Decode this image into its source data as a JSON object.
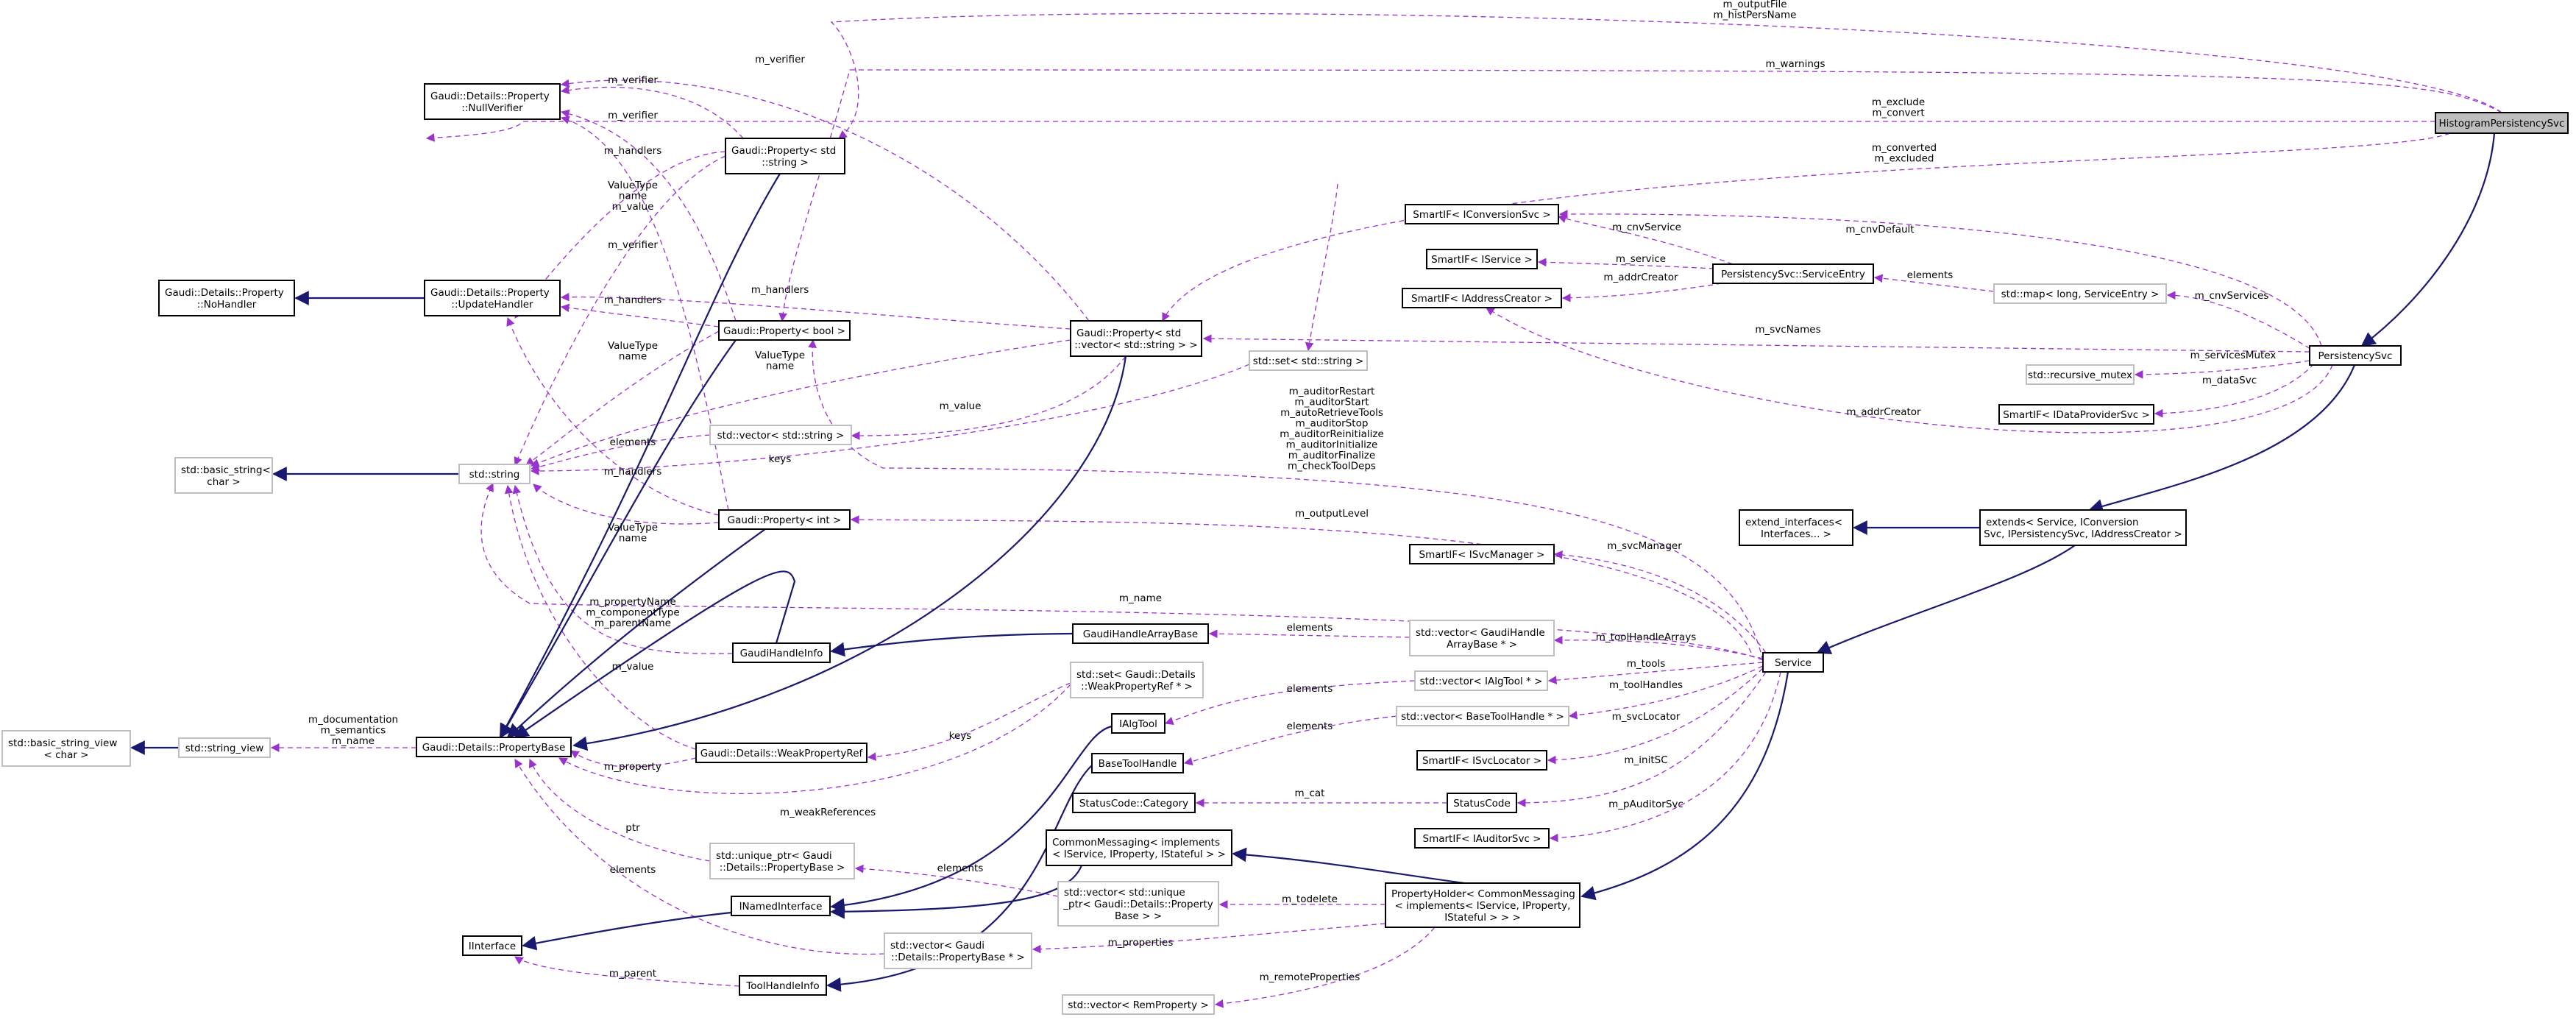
{
  "colors": {
    "inheritance": "#191970",
    "usage": "#9a32cd",
    "node_border": "#000000",
    "external_border": "#bfbfbf",
    "highlight_fill": "#bfbfbf"
  },
  "nodes": {
    "histogram_persistency_svc": {
      "lines": [
        "HistogramPersistencySvc"
      ],
      "style": "highlight"
    },
    "persistency_svc": {
      "lines": [
        "PersistencySvc"
      ],
      "style": "class"
    },
    "extends_service": {
      "lines": [
        "extends< Service, IConversion",
        "Svc, IPersistencySvc, IAddressCreator >"
      ],
      "style": "class"
    },
    "extend_interfaces": {
      "lines": [
        "extend_interfaces<",
        "Interfaces... >"
      ],
      "style": "class"
    },
    "service": {
      "lines": [
        "Service"
      ],
      "style": "class"
    },
    "property_holder": {
      "lines": [
        "PropertyHolder< CommonMessaging",
        "< implements< IService, IProperty,",
        "IStateful > > >"
      ],
      "style": "class"
    },
    "common_messaging": {
      "lines": [
        "CommonMessaging< implements",
        "< IService, IProperty, IStateful > >"
      ],
      "style": "class"
    },
    "inamed_interface": {
      "lines": [
        "INamedInterface"
      ],
      "style": "class"
    },
    "iinterface": {
      "lines": [
        "IInterface"
      ],
      "style": "class"
    },
    "ialg_tool": {
      "lines": [
        "IAlgTool"
      ],
      "style": "class"
    },
    "base_tool_handle": {
      "lines": [
        "BaseToolHandle"
      ],
      "style": "class"
    },
    "tool_handle_info": {
      "lines": [
        "ToolHandleInfo"
      ],
      "style": "class"
    },
    "status_code_category": {
      "lines": [
        "StatusCode::Category"
      ],
      "style": "class"
    },
    "status_code": {
      "lines": [
        "StatusCode"
      ],
      "style": "class"
    },
    "smartif_iauditor": {
      "lines": [
        "SmartIF< IAuditorSvc >"
      ],
      "style": "class"
    },
    "smartif_isvclocator": {
      "lines": [
        "SmartIF< ISvcLocator >"
      ],
      "style": "class"
    },
    "smartif_isvcmanager": {
      "lines": [
        "SmartIF< ISvcManager >"
      ],
      "style": "class"
    },
    "vec_basetoolhandle": {
      "lines": [
        "std::vector< BaseToolHandle * >"
      ],
      "style": "external"
    },
    "vec_ialgtool": {
      "lines": [
        "std::vector< IAlgTool * >"
      ],
      "style": "external"
    },
    "vec_gaudihandlearraybase": {
      "lines": [
        "std::vector< GaudiHandle",
        "ArrayBase * >"
      ],
      "style": "external"
    },
    "gaudi_handle_array_base": {
      "lines": [
        "GaudiHandleArrayBase"
      ],
      "style": "class"
    },
    "gaudi_handle_info": {
      "lines": [
        "GaudiHandleInfo"
      ],
      "style": "class"
    },
    "vec_remproperty": {
      "lines": [
        "std::vector< RemProperty >"
      ],
      "style": "external"
    },
    "vec_uniqueptr_propbase": {
      "lines": [
        "std::vector< std::unique",
        "_ptr< Gaudi::Details::Property",
        "Base > >"
      ],
      "style": "external"
    },
    "vec_propbase_ptr": {
      "lines": [
        "std::vector< Gaudi",
        "::Details::PropertyBase * >"
      ],
      "style": "external"
    },
    "unique_ptr_propbase": {
      "lines": [
        "std::unique_ptr< Gaudi",
        "::Details::PropertyBase >"
      ],
      "style": "external"
    },
    "set_weakpropref": {
      "lines": [
        "std::set< Gaudi::Details",
        "::WeakPropertyRef * >"
      ],
      "style": "external"
    },
    "weak_property_ref": {
      "lines": [
        "Gaudi::Details::WeakPropertyRef"
      ],
      "style": "class"
    },
    "property_base": {
      "lines": [
        "Gaudi::Details::PropertyBase"
      ],
      "style": "class"
    },
    "string_view": {
      "lines": [
        "std::string_view"
      ],
      "style": "external"
    },
    "basic_string_view": {
      "lines": [
        "std::basic_string_view",
        "< char >"
      ],
      "style": "external"
    },
    "std_string": {
      "lines": [
        "std::string"
      ],
      "style": "external"
    },
    "basic_string": {
      "lines": [
        "std::basic_string<",
        "char >"
      ],
      "style": "external"
    },
    "no_handler": {
      "lines": [
        "Gaudi::Details::Property",
        "::NoHandler"
      ],
      "style": "class"
    },
    "update_handler": {
      "lines": [
        "Gaudi::Details::Property",
        "::UpdateHandler"
      ],
      "style": "class"
    },
    "null_verifier": {
      "lines": [
        "Gaudi::Details::Property",
        "::NullVerifier"
      ],
      "style": "class"
    },
    "property_string": {
      "lines": [
        "Gaudi::Property< std",
        "::string >"
      ],
      "style": "class"
    },
    "property_bool": {
      "lines": [
        "Gaudi::Property< bool >"
      ],
      "style": "class"
    },
    "property_int": {
      "lines": [
        "Gaudi::Property< int >"
      ],
      "style": "class"
    },
    "property_vec_string": {
      "lines": [
        "Gaudi::Property< std",
        "::vector< std::string > >"
      ],
      "style": "class"
    },
    "vec_string": {
      "lines": [
        "std::vector< std::string >"
      ],
      "style": "external"
    },
    "set_string": {
      "lines": [
        "std::set< std::string >"
      ],
      "style": "external"
    },
    "smartif_iconversion": {
      "lines": [
        "SmartIF< IConversionSvc >"
      ],
      "style": "class"
    },
    "smartif_iservice": {
      "lines": [
        "SmartIF< IService >"
      ],
      "style": "class"
    },
    "smartif_iaddresscreator": {
      "lines": [
        "SmartIF< IAddressCreator >"
      ],
      "style": "class"
    },
    "service_entry": {
      "lines": [
        "PersistencySvc::ServiceEntry"
      ],
      "style": "class"
    },
    "map_service_entry": {
      "lines": [
        "std::map< long, ServiceEntry >"
      ],
      "style": "external"
    },
    "recursive_mutex": {
      "lines": [
        "std::recursive_mutex"
      ],
      "style": "external"
    },
    "smartif_idataprovider": {
      "lines": [
        "SmartIF< IDataProviderSvc >"
      ],
      "style": "class"
    }
  },
  "edge_labels": {
    "output_file": [
      "m_outputFile",
      "m_histPersName"
    ],
    "warnings": [
      "m_warnings"
    ],
    "exclude_convert": [
      "m_exclude",
      "m_convert"
    ],
    "converted_excluded": [
      "m_converted",
      "m_excluded"
    ],
    "cnv_default": [
      "m_cnvDefault"
    ],
    "cnv_services": [
      "m_cnvServices"
    ],
    "svc_names": [
      "m_svcNames"
    ],
    "services_mutex": [
      "m_servicesMutex"
    ],
    "data_svc": [
      "m_dataSvc"
    ],
    "addr_creator_ps": [
      "m_addrCreator"
    ],
    "cnv_service": [
      "m_cnvService"
    ],
    "service": [
      "m_service"
    ],
    "addr_creator_se": [
      "m_addrCreator"
    ],
    "elements_map": [
      "elements"
    ],
    "auditor_flags": [
      "m_auditorRestart",
      "m_auditorStart",
      "m_autoRetrieveTools",
      "m_auditorStop",
      "m_auditorReinitialize",
      "m_auditorInitialize",
      "m_auditorFinalize",
      "m_checkToolDeps"
    ],
    "output_level": [
      "m_outputLevel"
    ],
    "svc_manager": [
      "m_svcManager"
    ],
    "name": [
      "m_name"
    ],
    "tool_handle_arrays": [
      "m_toolHandleArrays"
    ],
    "tools": [
      "m_tools"
    ],
    "tool_handles": [
      "m_toolHandles"
    ],
    "svc_locator": [
      "m_svcLocator"
    ],
    "init_sc": [
      "m_initSC"
    ],
    "p_auditor_svc": [
      "m_pAuditorSvc"
    ],
    "elements_gha": [
      "elements"
    ],
    "elements_algtool": [
      "elements"
    ],
    "elements_bth": [
      "elements"
    ],
    "cat": [
      "m_cat"
    ],
    "todelete": [
      "m_todelete"
    ],
    "properties": [
      "m_properties"
    ],
    "remote_properties": [
      "m_remoteProperties"
    ],
    "elements_up": [
      "elements"
    ],
    "elements_pb": [
      "elements"
    ],
    "ptr": [
      "ptr"
    ],
    "weak_references": [
      "m_weakReferences"
    ],
    "keys_weak": [
      "keys"
    ],
    "property": [
      "m_property"
    ],
    "parent": [
      "m_parent"
    ],
    "doc_sem_name": [
      "m_documentation",
      "m_semantics",
      "m_name"
    ],
    "prop_names": [
      "m_propertyName",
      "m_componentType",
      "m_parentName"
    ],
    "value_gaudihandle": [
      "m_value"
    ],
    "vt_int": [
      "ValueType",
      "name"
    ],
    "handlers_int": [
      "m_handlers"
    ],
    "keys_set": [
      "keys"
    ],
    "elements_vecstr": [
      "elements"
    ],
    "value_vec": [
      "m_value"
    ],
    "vt_vec": [
      "ValueType",
      "name"
    ],
    "handlers_vec": [
      "m_handlers"
    ],
    "verifier_vec": [
      "m_verifier"
    ],
    "vt_bool": [
      "ValueType",
      "name"
    ],
    "handlers_bool": [
      "m_handlers"
    ],
    "verifier_bool": [
      "m_verifier"
    ],
    "vt_string": [
      "ValueType",
      "name",
      "m_value"
    ],
    "handlers_string": [
      "m_handlers"
    ],
    "verifier_string": [
      "m_verifier"
    ],
    "verifier_int": [
      "m_verifier"
    ]
  }
}
